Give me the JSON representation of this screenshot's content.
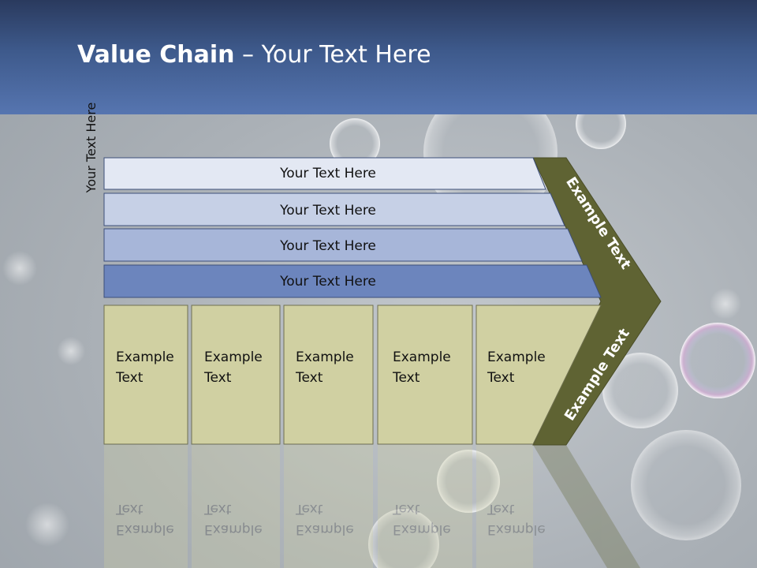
{
  "title": {
    "bold": "Value Chain",
    "rest": " – Your Text Here"
  },
  "side_label": "Your Text Here",
  "bars": [
    {
      "label": "Your Text Here",
      "color": "#e3e8f3"
    },
    {
      "label": "Your Text Here",
      "color": "#c6d0e6"
    },
    {
      "label": "Your Text Here",
      "color": "#a7b6d9"
    },
    {
      "label": "Your Text Here",
      "color": "#6c85bd"
    }
  ],
  "boxes": [
    {
      "line1": "Example",
      "line2": "Text"
    },
    {
      "line1": "Example",
      "line2": "Text"
    },
    {
      "line1": "Example",
      "line2": "Text"
    },
    {
      "line1": "Example",
      "line2": "Text"
    },
    {
      "line1": "Example",
      "line2": "Text"
    }
  ],
  "chevron": {
    "top_label": "Example Text",
    "bottom_label": "Example Text"
  },
  "colors": {
    "box_fill": "#d0d0a2",
    "chevron_fill": "#5f6333",
    "header": "#3e5a8c"
  }
}
